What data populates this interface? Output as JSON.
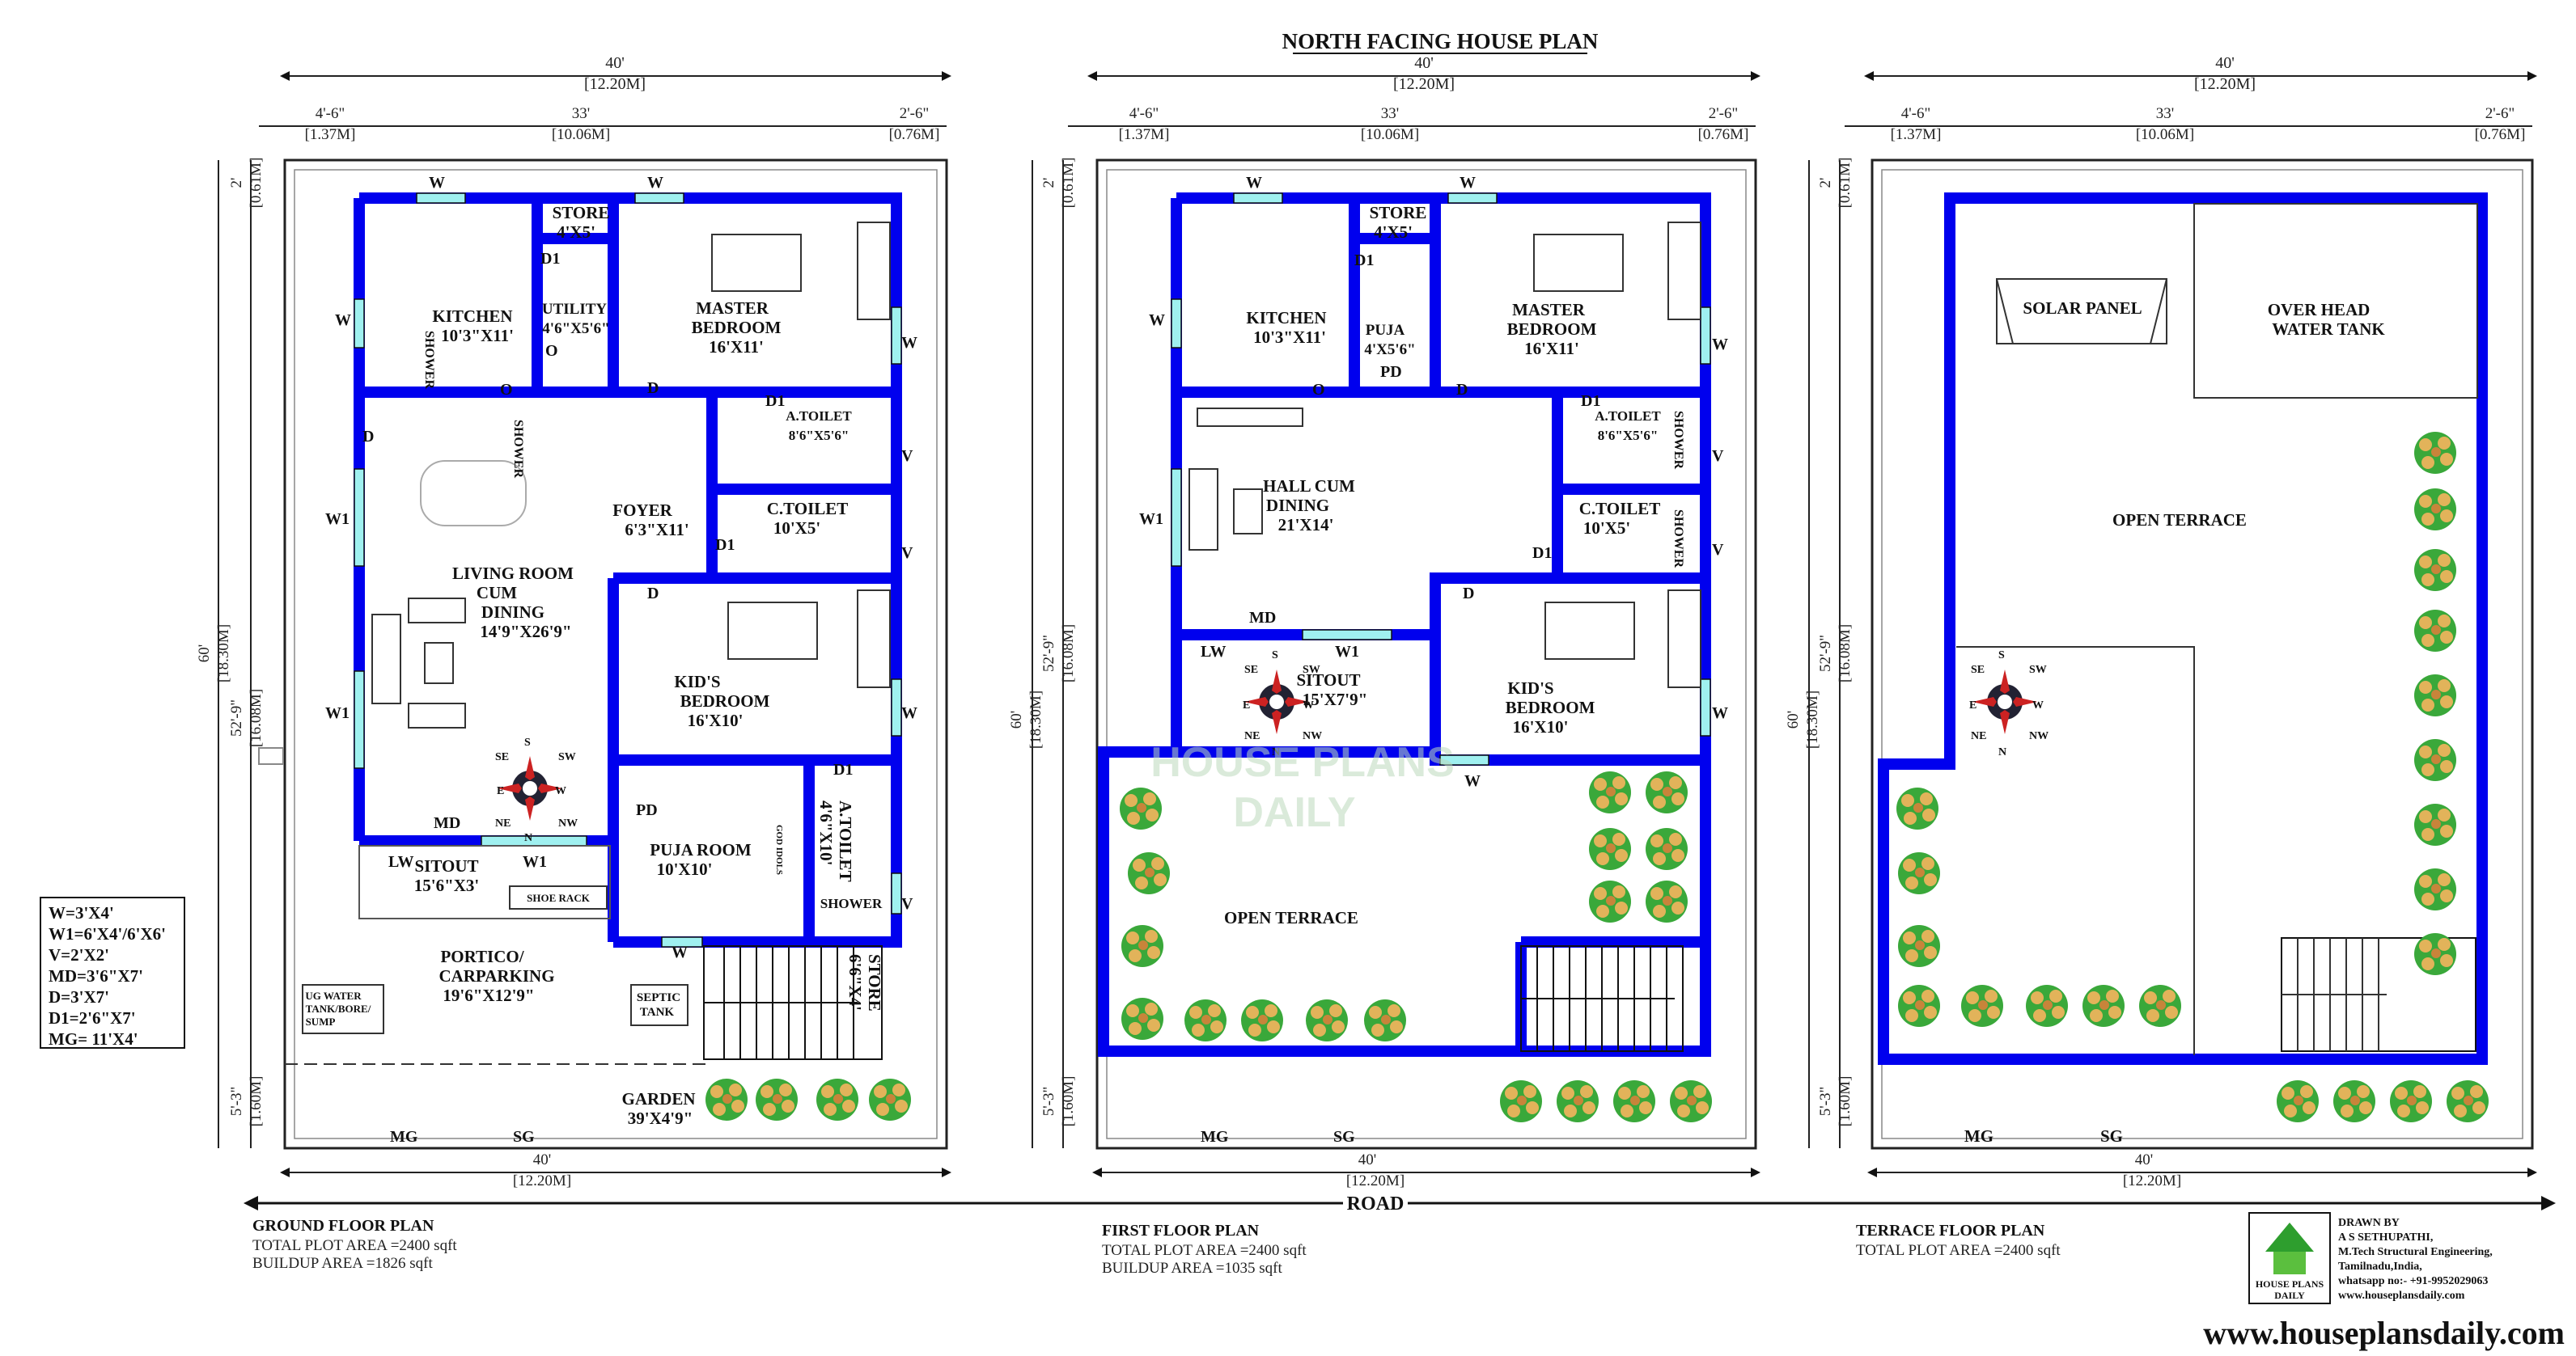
{
  "title": "NORTH FACING HOUSE PLAN",
  "road_label": "ROAD",
  "dims": {
    "total_ft": "40'",
    "total_m": "[12.20M]",
    "left_ft": "4'-6\"",
    "left_m": "[1.37M]",
    "mid_ft": "33'",
    "mid_m": "[10.06M]",
    "right_ft": "2'-6\"",
    "right_m": "[0.76M]",
    "depth_ft": "60'",
    "depth_m": "[18.30M]",
    "top_ft": "2'",
    "top_m": "[0.61M]",
    "inner_ft": "52'-9\"",
    "inner_m": "[16.08M]",
    "bottom_ft": "5'-3\"",
    "bottom_m": "[1.60M]"
  },
  "ground": {
    "caption": "GROUND FLOOR PLAN",
    "area1": "TOTAL PLOT AREA =2400 sqft",
    "area2": "BUILDUP AREA =1826 sqft",
    "store_a": "STORE",
    "store_b": "4'X5'",
    "kitchen_a": "KITCHEN",
    "kitchen_b": "10'3\"X11'",
    "utility_a": "UTILITY",
    "utility_b": "4'6\"X5'6\"",
    "master_a": "MASTER",
    "master_b": "BEDROOM",
    "master_c": "16'X11'",
    "atoilet_a": "A.TOILET",
    "atoilet_b": "8'6\"X5'6\"",
    "ctoilet_a": "C.TOILET",
    "ctoilet_b": "10'X5'",
    "foyer_a": "FOYER",
    "foyer_b": "6'3\"X11'",
    "living_a": "LIVING ROOM",
    "living_b": "CUM",
    "living_c": "DINING",
    "living_d": "14'9\"X26'9\"",
    "kids_a": "KID'S",
    "kids_b": "BEDROOM",
    "kids_c": "16'X10'",
    "puja_a": "PUJA ROOM",
    "puja_b": "10'X10'",
    "atoilet2_a": "A.TOILET",
    "atoilet2_b": "4'6\"X10'",
    "shower": "SHOWER",
    "sitout_a": "SITOUT",
    "sitout_b": "15'6\"X3'",
    "shoe_rack": "SHOE RACK",
    "portico_a": "PORTICO/",
    "portico_b": "CARPARKING",
    "portico_c": "19'6\"X12'9\"",
    "ug_a": "UG WATER",
    "ug_b": "TANK/BORE/",
    "ug_c": "SUMP",
    "septic_a": "SEPTIC",
    "septic_b": "TANK",
    "store2_a": "STORE",
    "store2_b": "6'6\"X4'",
    "garden_a": "GARDEN",
    "garden_b": "39'X4'9\"",
    "god_idols": "GOD IDOLS"
  },
  "first": {
    "caption": "FIRST FLOOR PLAN",
    "area1": "TOTAL PLOT AREA =2400 sqft",
    "area2": "BUILDUP AREA =1035 sqft",
    "kitchen_a": "KITCHEN",
    "kitchen_b": "10'3\"X11'",
    "store_a": "STORE",
    "store_b": "4'X5'",
    "puja_a": "PUJA",
    "puja_b": "4'X5'6\"",
    "master_a": "MASTER",
    "master_b": "BEDROOM",
    "master_c": "16'X11'",
    "hall_a": "HALL CUM",
    "hall_b": "DINING",
    "hall_c": "21'X14'",
    "atoilet_a": "A.TOILET",
    "atoilet_b": "8'6\"X5'6\"",
    "ctoilet_a": "C.TOILET",
    "ctoilet_b": "10'X5'",
    "sitout_a": "SITOUT",
    "sitout_b": "15'X7'9\"",
    "kids_a": "KID'S",
    "kids_b": "BEDROOM",
    "kids_c": "16'X10'",
    "open_terrace": "OPEN TERRACE",
    "shower": "SHOWER"
  },
  "terrace": {
    "caption": "TERRACE FLOOR PLAN",
    "area1": "TOTAL PLOT AREA =2400 sqft",
    "solar": "SOLAR PANEL",
    "oh_a": "OVER HEAD",
    "oh_b": "WATER TANK",
    "open_terrace": "OPEN TERRACE"
  },
  "labels": {
    "W": "W",
    "W1": "W1",
    "V": "V",
    "D": "D",
    "D1": "D1",
    "O": "O",
    "MD": "MD",
    "LW": "LW",
    "PD": "PD",
    "MG": "MG",
    "SG": "SG",
    "N": "N",
    "S": "S",
    "E": "E",
    "W_dir": "W",
    "NE": "NE",
    "NW": "NW",
    "SE": "SE",
    "SW": "SW"
  },
  "legend": [
    "W=3'X4'",
    "W1=6'X4'/6'X6'",
    "V=2'X2'",
    "MD=3'6\"X7'",
    "D=3'X7'",
    "D1=2'6\"X7'",
    "MG= 11'X4'"
  ],
  "watermark_a": "HOUSE PLANS",
  "watermark_b": "DAILY",
  "logo_a": "HOUSE PLANS",
  "logo_b": "DAILY",
  "drawn": {
    "l1": "DRAWN BY",
    "l2": "A S SETHUPATHI,",
    "l3": "M.Tech Structural Engineering,",
    "l4": "Tamilnadu,India,",
    "l5": "whatsapp no:- +91-9952029063",
    "l6": "www.houseplansdaily.com"
  },
  "footer_url": "www.houseplansdaily.com",
  "colors": {
    "wall": "#0000ee",
    "window": "#9ff0f0",
    "plant": "#2e9e2e",
    "flower": "#d9a441",
    "compass": "#cc2222"
  }
}
